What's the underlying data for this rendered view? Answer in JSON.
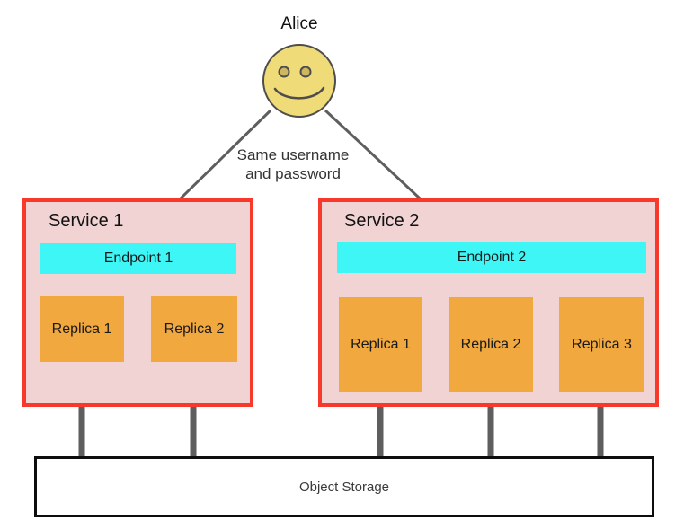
{
  "actor": {
    "name": "Alice"
  },
  "annotation": {
    "line1": "Same username",
    "line2": "and password"
  },
  "services": [
    {
      "name": "Service 1",
      "endpoint": "Endpoint 1",
      "replicas": [
        "Replica 1",
        "Replica 2"
      ]
    },
    {
      "name": "Service 2",
      "endpoint": "Endpoint 2",
      "replicas": [
        "Replica 1",
        "Replica 2",
        "Replica 3"
      ]
    }
  ],
  "storage": {
    "label": "Object Storage"
  },
  "colors": {
    "service_fill": "#F2D3D3",
    "service_border": "#F7382A",
    "endpoint_fill": "#3FF6F6",
    "replica_fill": "#F1A83F",
    "connector_gray": "#5E5E5E",
    "face_fill": "#F0DB79",
    "face_stroke": "#4D4D4D",
    "storage_border": "#0D0D0D"
  }
}
